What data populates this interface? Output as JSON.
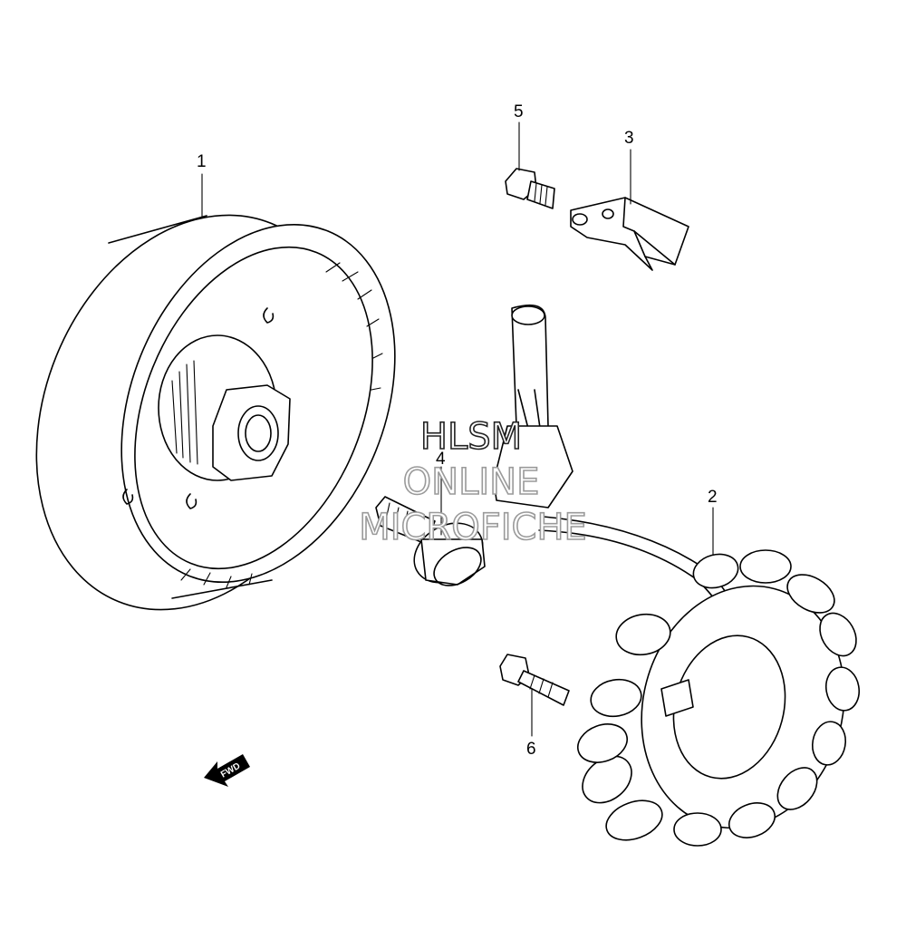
{
  "callouts": {
    "part1": "1",
    "part2": "2",
    "part3": "3",
    "part4": "4",
    "part5": "5",
    "part6": "6"
  },
  "watermark": {
    "line1": "HLSM",
    "line2": "ONLINE",
    "line3": "MICROFICHE"
  },
  "direction_label": "FWD",
  "icons": [
    "fwd-arrow-icon"
  ]
}
